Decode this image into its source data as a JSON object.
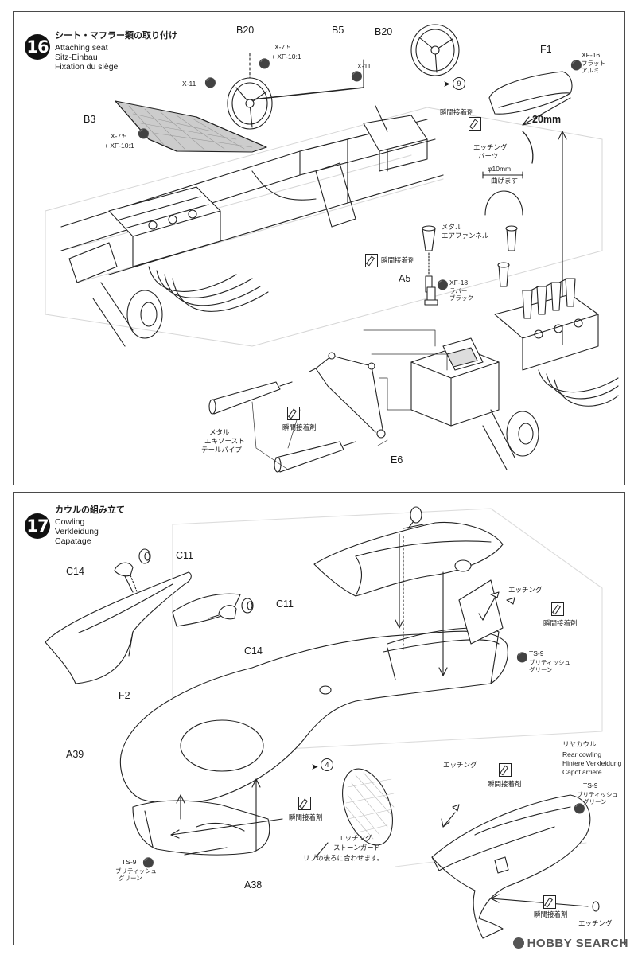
{
  "step16": {
    "number": "16",
    "title_jp": "シート・マフラー類の取り付け",
    "title_en": "Attaching seat",
    "title_de": "Sitz-Einbau",
    "title_fr": "Fixation du siège",
    "labels": {
      "b20_top": "B20",
      "b5": "B5",
      "b20_circle": "B20",
      "f1": "F1",
      "b3": "B3",
      "a5": "A5",
      "e6": "E6",
      "dim_20mm": "20mm"
    },
    "paints": {
      "seat_x7": "X-7:5",
      "seat_xf10": "+ XF-10:1",
      "x11_a": "X-11",
      "x11_b": "X-11",
      "b3_x7": "X-7:5",
      "b3_xf10": "+ XF-10:1",
      "xf16": "XF-16",
      "xf16_jp1": "フラット",
      "xf16_jp2": "アルミ",
      "xf18": "XF-18",
      "xf18_jp1": "ラバー",
      "xf18_jp2": "ブラック"
    },
    "notes": {
      "glue1": "瞬間接着剤",
      "etching1": "エッチング",
      "etching2": "パーツ",
      "diameter": "φ10mm",
      "bend": "曲げます",
      "funnel1": "メタル",
      "funnel2": "エアファンネル",
      "glue2": "瞬間接着剤",
      "glue3": "瞬間接着剤",
      "exhaust1": "メタル",
      "exhaust2": "エキゾースト",
      "exhaust3": "テールパイプ",
      "ref9": "9"
    }
  },
  "step17": {
    "number": "17",
    "title_jp": "カウルの組み立て",
    "title_en": "Cowling",
    "title_de": "Verkleidung",
    "title_fr": "Capatage",
    "labels": {
      "c11_a": "C11",
      "c14_a": "C14",
      "c11_b": "C11",
      "c14_b": "C14",
      "f2": "F2",
      "a39": "A39",
      "a38": "A38"
    },
    "notes": {
      "etching_a": "エッチング",
      "glue_a": "瞬間接着剤",
      "ts9_a": "TS-9",
      "ts9_a_jp1": "ブリティッシュ",
      "ts9_a_jp2": "グリーン",
      "ref4": "4",
      "rear_jp": "リヤカウル",
      "rear_en": "Rear cowling",
      "rear_de": "Hintere Verkleidung",
      "rear_fr": "Capot arrière",
      "etching_b": "エッチング",
      "glue_b": "瞬間接着剤",
      "ts9_b": "TS-9",
      "ts9_b_jp1": "ブリティッシュ",
      "ts9_b_jp2": "グリーン",
      "glue_c": "瞬間接着剤",
      "stone1": "エッチング",
      "stone2": "ストーンガード",
      "stone3": "リブの後ろに合わせます。",
      "ts9_c": "TS-9",
      "ts9_c_jp1": "ブリティッシュ",
      "ts9_c_jp2": "グリーン",
      "glue_d": "瞬間接着剤",
      "etching_c": "エッチング"
    }
  },
  "watermark": "HOBBY SEARCH"
}
